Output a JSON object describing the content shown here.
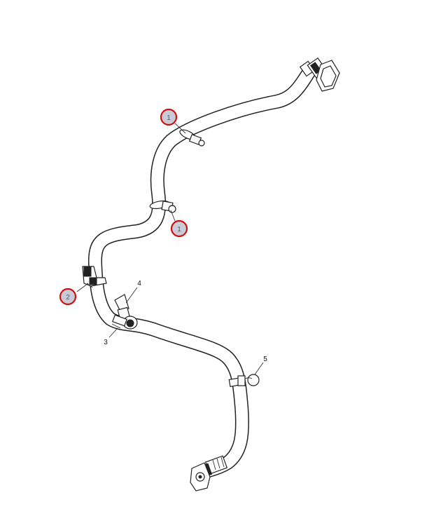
{
  "callouts": {
    "c1_top": "1",
    "c1_mid": "1",
    "c2": "2",
    "c3": "3",
    "c4": "4",
    "c5": "5"
  },
  "colors": {
    "highlight_ring": "#d01010",
    "highlight_fill": "#c9cbd6",
    "line_art": "#222222"
  }
}
